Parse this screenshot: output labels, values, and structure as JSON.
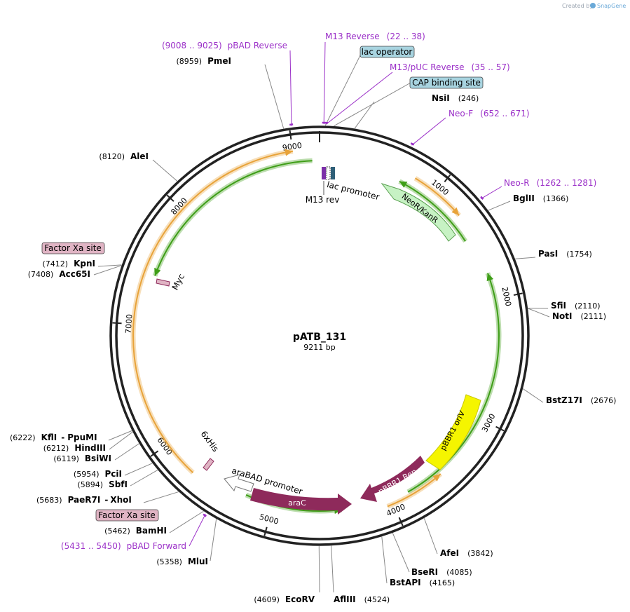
{
  "header": {
    "credit_text": "Created by",
    "brand": "SnapGene",
    "brand_color": "#6aa9d8"
  },
  "map": {
    "name": "pATB_131",
    "length_text": "9211 bp",
    "ticks": [
      "1000",
      "2000",
      "3000",
      "4000",
      "5000",
      "6000",
      "7000",
      "8000",
      "9000"
    ]
  },
  "sites": [
    {
      "name": "PmeI",
      "pos": "(8959)"
    },
    {
      "name": "NsiI",
      "pos": "(246)"
    },
    {
      "name": "AleI",
      "pos": "(8120)"
    },
    {
      "name": "BglII",
      "pos": "(1366)"
    },
    {
      "name": "PasI",
      "pos": "(1754)"
    },
    {
      "name": "SfiI",
      "pos": "(2110)"
    },
    {
      "name": "NotI",
      "pos": "(2111)"
    },
    {
      "name": "BstZ17I",
      "pos": "(2676)"
    },
    {
      "name": "KpnI",
      "pos": "(7412)"
    },
    {
      "name": "Acc65I",
      "pos": "(7408)"
    },
    {
      "name": "KflI",
      "pos": "(6222)"
    },
    {
      "name": "PpuMI",
      "pos": ""
    },
    {
      "name": "HindIII",
      "pos": "(6212)"
    },
    {
      "name": "BsiWI",
      "pos": "(6119)"
    },
    {
      "name": "PciI",
      "pos": "(5954)"
    },
    {
      "name": "SbfI",
      "pos": "(5894)"
    },
    {
      "name": "PaeR7I",
      "pos": "(5683)"
    },
    {
      "name": "XhoI",
      "pos": ""
    },
    {
      "name": "BamHI",
      "pos": "(5462)"
    },
    {
      "name": "MluI",
      "pos": "(5358)"
    },
    {
      "name": "AfeI",
      "pos": "(3842)"
    },
    {
      "name": "BseRI",
      "pos": "(4085)"
    },
    {
      "name": "BstAPI",
      "pos": "(4165)"
    },
    {
      "name": "EcoRV",
      "pos": "(4609)"
    },
    {
      "name": "AflIII",
      "pos": "(4524)"
    }
  ],
  "primers": [
    {
      "name": "pBAD Reverse",
      "range": "(9008 .. 9025)"
    },
    {
      "name": "M13 Reverse",
      "range": "(22 .. 38)"
    },
    {
      "name": "M13/pUC Reverse",
      "range": "(35 .. 57)"
    },
    {
      "name": "Neo-F",
      "range": "(652 .. 671)"
    },
    {
      "name": "Neo-R",
      "range": "(1262 .. 1281)"
    },
    {
      "name": "pBAD Forward",
      "range": "(5431 .. 5450)"
    }
  ],
  "boxed_features": {
    "lac_operator": "lac operator",
    "cap_binding_site": "CAP binding site",
    "factor_xa_1": "Factor Xa site",
    "factor_xa_2": "Factor Xa site"
  },
  "features": {
    "neo": "NeoR/KanR",
    "ori": "pBBR1 oriV",
    "rep": "pBBR1 Rep",
    "arac": "araC",
    "arabad": "araBAD promoter",
    "his": "6xHis",
    "myc": "Myc",
    "lac_promoter": "lac promoter",
    "m13_rev": "M13 rev"
  },
  "colors": {
    "primer": "#9b30c8",
    "backbone": "#222222",
    "orf_orange": "#e8a33a",
    "orf_green": "#3f9e18",
    "neo_fill": "#c7f2c4",
    "ori_fill": "#f5f500",
    "rep_fill": "#8e2a5b",
    "lac_box": "#a8d4e0",
    "xa_box": "#e0b4c4"
  }
}
